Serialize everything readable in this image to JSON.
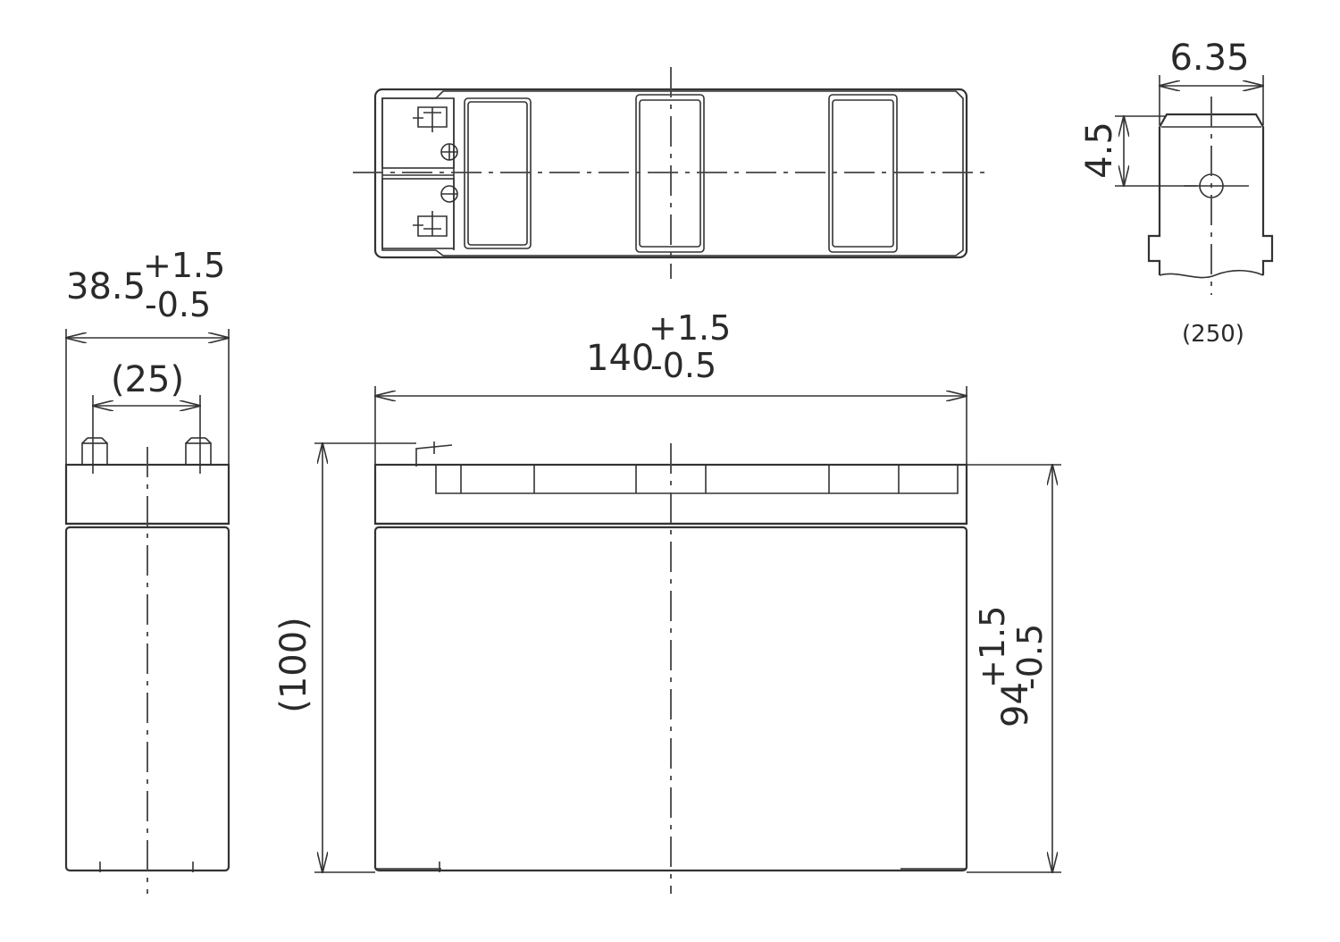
{
  "dimensions": {
    "width": {
      "nominal": "38.5",
      "tol_plus": "+1.5",
      "tol_minus": "-0.5"
    },
    "terminal_spacing": "(25)",
    "length": {
      "nominal": "140",
      "tol_plus": "+1.5",
      "tol_minus": "-0.5"
    },
    "total_height": "(100)",
    "case_height": {
      "nominal": "94",
      "tol_plus": "+1.5",
      "tol_minus": "-0.5"
    },
    "terminal_width": "6.35",
    "terminal_hole_height": "4.5",
    "terminal_type": "(250)"
  },
  "polarity": {
    "positive": "⊕",
    "negative": "⊖"
  }
}
